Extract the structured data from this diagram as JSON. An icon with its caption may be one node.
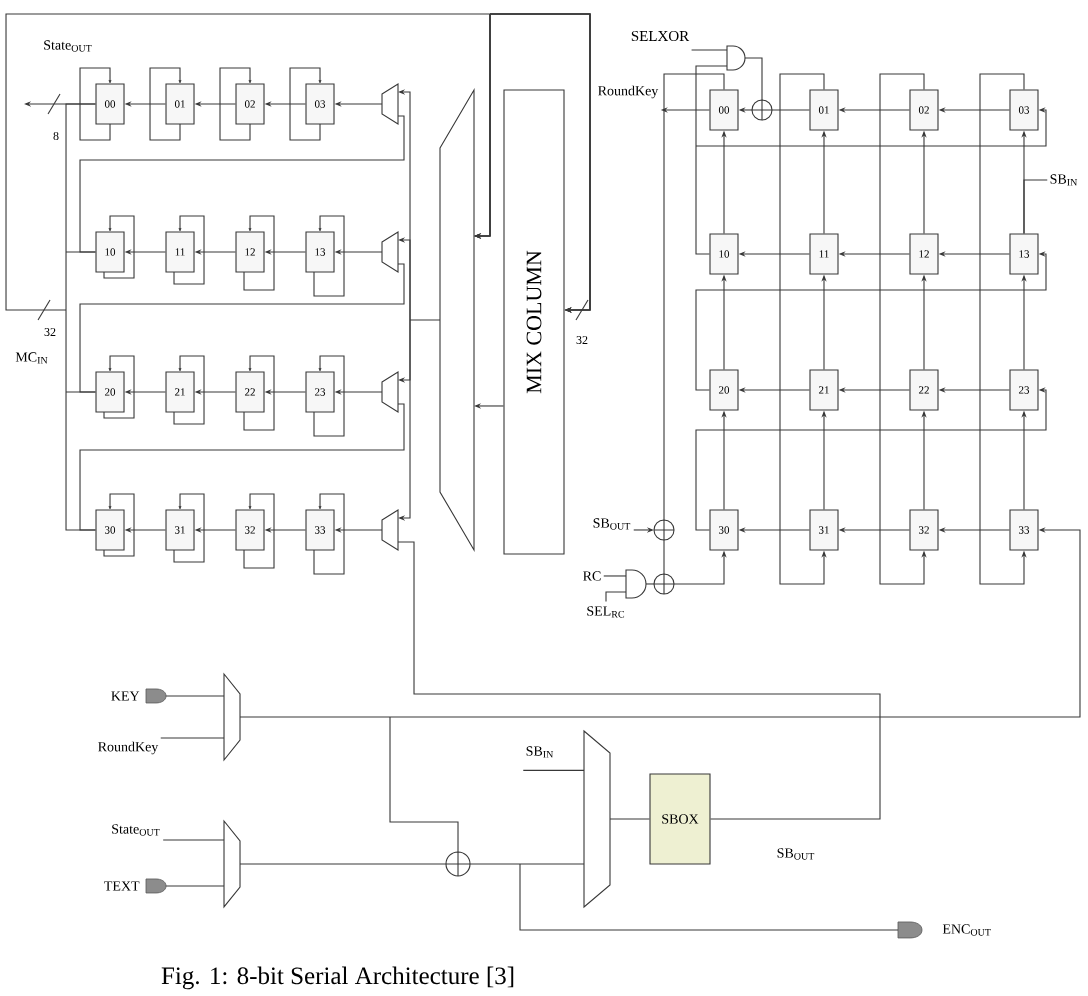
{
  "diagram": {
    "caption": "Fig. 1: 8-bit Serial Architecture [3]",
    "nodes": [
      {
        "text": [
          "00"
        ]
      },
      {
        "text": [
          "01"
        ]
      },
      {
        "text": [
          "02"
        ]
      },
      {
        "text": [
          "03"
        ]
      },
      {
        "text": [
          "10"
        ]
      },
      {
        "text": [
          "11"
        ]
      },
      {
        "text": [
          "12"
        ]
      },
      {
        "text": [
          "13"
        ]
      },
      {
        "text": [
          "20"
        ]
      },
      {
        "text": [
          "21"
        ]
      },
      {
        "text": [
          "22"
        ]
      },
      {
        "text": [
          "23"
        ]
      },
      {
        "text": [
          "30"
        ]
      },
      {
        "text": [
          "31"
        ]
      },
      {
        "text": [
          "32"
        ]
      },
      {
        "text": [
          "33"
        ]
      },
      {
        "text": [],
        "shape": "trapezoid"
      },
      {
        "text": [],
        "shape": "trapezoid"
      },
      {
        "text": [],
        "shape": "trapezoid"
      },
      {
        "text": [],
        "shape": "trapezoid"
      },
      {
        "text": [],
        "shape": "trapezoid"
      },
      {
        "text": [
          "MIX COLUMN"
        ]
      },
      {
        "text": [
          "SELXOR"
        ]
      },
      {
        "text": [],
        "shape": "gate"
      },
      {
        "text": [
          "RoundKey"
        ]
      },
      {
        "text": [],
        "shape": "circle"
      },
      {
        "text": [
          "00"
        ]
      },
      {
        "text": [
          "01"
        ]
      },
      {
        "text": [
          "02"
        ]
      },
      {
        "text": [
          "03"
        ]
      },
      {
        "text": [
          "SB$_{IN}$"
        ]
      },
      {
        "text": [
          "10"
        ]
      },
      {
        "text": [
          "11"
        ]
      },
      {
        "text": [
          "12"
        ]
      },
      {
        "text": [
          "13"
        ]
      },
      {
        "text": [
          "20"
        ]
      },
      {
        "text": [
          "21"
        ]
      },
      {
        "text": [
          "22"
        ]
      },
      {
        "text": [
          "23"
        ]
      },
      {
        "text": [
          "SB$_{OUT}$"
        ]
      },
      {
        "text": [],
        "shape": "circle"
      },
      {
        "text": [
          "RC"
        ]
      },
      {
        "text": [],
        "shape": "gate"
      },
      {
        "text": [],
        "shape": "circle"
      },
      {
        "text": [
          "SEL$_{RC}$"
        ]
      },
      {
        "text": [
          "30"
        ]
      },
      {
        "text": [
          "31"
        ]
      },
      {
        "text": [
          "32"
        ]
      },
      {
        "text": [
          "33"
        ]
      },
      {
        "text": [],
        "shape": "pad",
        "beside": [
          "KEY"
        ]
      },
      {
        "text": [
          "RoundKey"
        ]
      },
      {
        "text": [],
        "shape": "trapezoid"
      },
      {
        "text": [
          "State$_{OUT}$"
        ]
      },
      {
        "text": [],
        "shape": "pad",
        "beside": [
          "TEXT"
        ]
      },
      {
        "text": [],
        "shape": "trapezoid"
      },
      {
        "text": [],
        "shape": "circle"
      },
      {
        "text": [
          "SB$_{IN}$"
        ]
      },
      {
        "text": [],
        "shape": "trapezoid"
      },
      {
        "text": [
          "SBOX"
        ]
      },
      {
        "text": [],
        "shape": "pad",
        "beside": [
          "ENC$_{OUT}$"
        ]
      }
    ],
    "edges": [
      {
        "from": 0,
        "to": null,
        "arrow": "to",
        "label": "State$_{OUT}$"
      },
      {
        "from": 1,
        "to": 0,
        "arrow": "to"
      },
      {
        "from": 2,
        "to": 1,
        "arrow": "to"
      },
      {
        "from": 3,
        "to": 2,
        "arrow": "to"
      },
      {
        "from": 5,
        "to": 4,
        "arrow": "to"
      },
      {
        "from": 6,
        "to": 5,
        "arrow": "to"
      },
      {
        "from": 7,
        "to": 6,
        "arrow": "to"
      },
      {
        "from": 9,
        "to": 8,
        "arrow": "to"
      },
      {
        "from": 10,
        "to": 9,
        "arrow": "to"
      },
      {
        "from": 11,
        "to": 10,
        "arrow": "to"
      },
      {
        "from": 13,
        "to": 12,
        "arrow": "to"
      },
      {
        "from": 14,
        "to": 13,
        "arrow": "to"
      },
      {
        "from": 15,
        "to": 14,
        "arrow": "to"
      },
      {
        "from": 16,
        "to": 3,
        "arrow": "to"
      },
      {
        "from": 17,
        "to": 7,
        "arrow": "to"
      },
      {
        "from": 18,
        "to": 11,
        "arrow": "to"
      },
      {
        "from": 19,
        "to": 15,
        "arrow": "to"
      },
      {
        "from": 20,
        "to": 16,
        "arrow": "to"
      },
      {
        "from": 20,
        "to": 17,
        "arrow": "to"
      },
      {
        "from": 20,
        "to": 18,
        "arrow": "to"
      },
      {
        "from": 20,
        "to": 19,
        "arrow": "to"
      },
      {
        "from": 21,
        "to": 20,
        "arrow": "to"
      },
      {
        "from": 0,
        "to": 21,
        "arrow": "to",
        "label": "MC$_{IN}$"
      },
      {
        "from": 4,
        "to": 21,
        "arrow": "to"
      },
      {
        "from": 8,
        "to": 21,
        "arrow": "to"
      },
      {
        "from": 12,
        "to": 21,
        "arrow": "to"
      },
      {
        "from": 0,
        "to": 20,
        "arrow": "to"
      },
      {
        "from": 4,
        "to": 20,
        "arrow": "to"
      },
      {
        "from": 8,
        "to": 20,
        "arrow": "to"
      },
      {
        "from": 12,
        "to": 20,
        "arrow": "to"
      },
      {
        "from": 4,
        "to": 16,
        "arrow": "none"
      },
      {
        "from": 8,
        "to": 17,
        "arrow": "none"
      },
      {
        "from": 12,
        "to": 18,
        "arrow": "none"
      },
      {
        "from": 22,
        "to": 23,
        "arrow": "none"
      },
      {
        "from": 31,
        "to": 23,
        "arrow": "none"
      },
      {
        "from": 23,
        "to": 25,
        "arrow": "none"
      },
      {
        "from": 27,
        "to": 25,
        "arrow": "none"
      },
      {
        "from": 25,
        "to": 26,
        "arrow": "to"
      },
      {
        "from": 26,
        "to": 24,
        "arrow": "to"
      },
      {
        "from": 28,
        "to": 27,
        "arrow": "to"
      },
      {
        "from": 29,
        "to": 28,
        "arrow": "to"
      },
      {
        "from": 32,
        "to": 31,
        "arrow": "to"
      },
      {
        "from": 33,
        "to": 32,
        "arrow": "to"
      },
      {
        "from": 34,
        "to": 33,
        "arrow": "to"
      },
      {
        "from": 36,
        "to": 35,
        "arrow": "to"
      },
      {
        "from": 37,
        "to": 36,
        "arrow": "to"
      },
      {
        "from": 38,
        "to": 37,
        "arrow": "to"
      },
      {
        "from": 46,
        "to": 45,
        "arrow": "to"
      },
      {
        "from": 47,
        "to": 46,
        "arrow": "to"
      },
      {
        "from": 48,
        "to": 47,
        "arrow": "to"
      },
      {
        "from": 31,
        "to": 26,
        "arrow": "to"
      },
      {
        "from": 32,
        "to": 27,
        "arrow": "to"
      },
      {
        "from": 33,
        "to": 28,
        "arrow": "to"
      },
      {
        "from": 34,
        "to": 29,
        "arrow": "to"
      },
      {
        "from": 35,
        "to": 31,
        "arrow": "to"
      },
      {
        "from": 36,
        "to": 32,
        "arrow": "to"
      },
      {
        "from": 37,
        "to": 33,
        "arrow": "to"
      },
      {
        "from": 38,
        "to": 34,
        "arrow": "to"
      },
      {
        "from": 45,
        "to": 35,
        "arrow": "to"
      },
      {
        "from": 46,
        "to": 36,
        "arrow": "to"
      },
      {
        "from": 47,
        "to": 37,
        "arrow": "to"
      },
      {
        "from": 48,
        "to": 38,
        "arrow": "to"
      },
      {
        "from": 27,
        "to": 46,
        "arrow": "to"
      },
      {
        "from": 28,
        "to": 47,
        "arrow": "to"
      },
      {
        "from": 29,
        "to": 48,
        "arrow": "to"
      },
      {
        "from": 26,
        "to": 40,
        "arrow": "none"
      },
      {
        "from": 39,
        "to": 40,
        "arrow": "to"
      },
      {
        "from": 40,
        "to": 43,
        "arrow": "none"
      },
      {
        "from": 41,
        "to": 42,
        "arrow": "none"
      },
      {
        "from": 44,
        "to": 42,
        "arrow": "none"
      },
      {
        "from": 42,
        "to": 43,
        "arrow": "none"
      },
      {
        "from": 43,
        "to": 45,
        "arrow": "to"
      },
      {
        "from": 31,
        "to": 29,
        "arrow": "to"
      },
      {
        "from": 35,
        "to": 34,
        "arrow": "to"
      },
      {
        "from": 45,
        "to": 38,
        "arrow": "to"
      },
      {
        "from": 34,
        "to": 30,
        "arrow": "none"
      },
      {
        "from": 49,
        "to": 51,
        "arrow": "none"
      },
      {
        "from": 50,
        "to": 51,
        "arrow": "none"
      },
      {
        "from": 51,
        "to": 48,
        "arrow": "to"
      },
      {
        "from": 51,
        "to": 55,
        "arrow": "none"
      },
      {
        "from": 52,
        "to": 54,
        "arrow": "none"
      },
      {
        "from": 53,
        "to": 54,
        "arrow": "none"
      },
      {
        "from": 54,
        "to": 55,
        "arrow": "none"
      },
      {
        "from": 55,
        "to": 57,
        "arrow": "none"
      },
      {
        "from": 55,
        "to": 59,
        "arrow": "none"
      },
      {
        "from": 56,
        "to": 57,
        "arrow": "none"
      },
      {
        "from": 57,
        "to": 58,
        "arrow": "none"
      },
      {
        "from": 58,
        "to": 19,
        "arrow": "none",
        "label": "SB$_{OUT}$"
      }
    ],
    "labels": [
      "8",
      "32",
      "32"
    ]
  }
}
